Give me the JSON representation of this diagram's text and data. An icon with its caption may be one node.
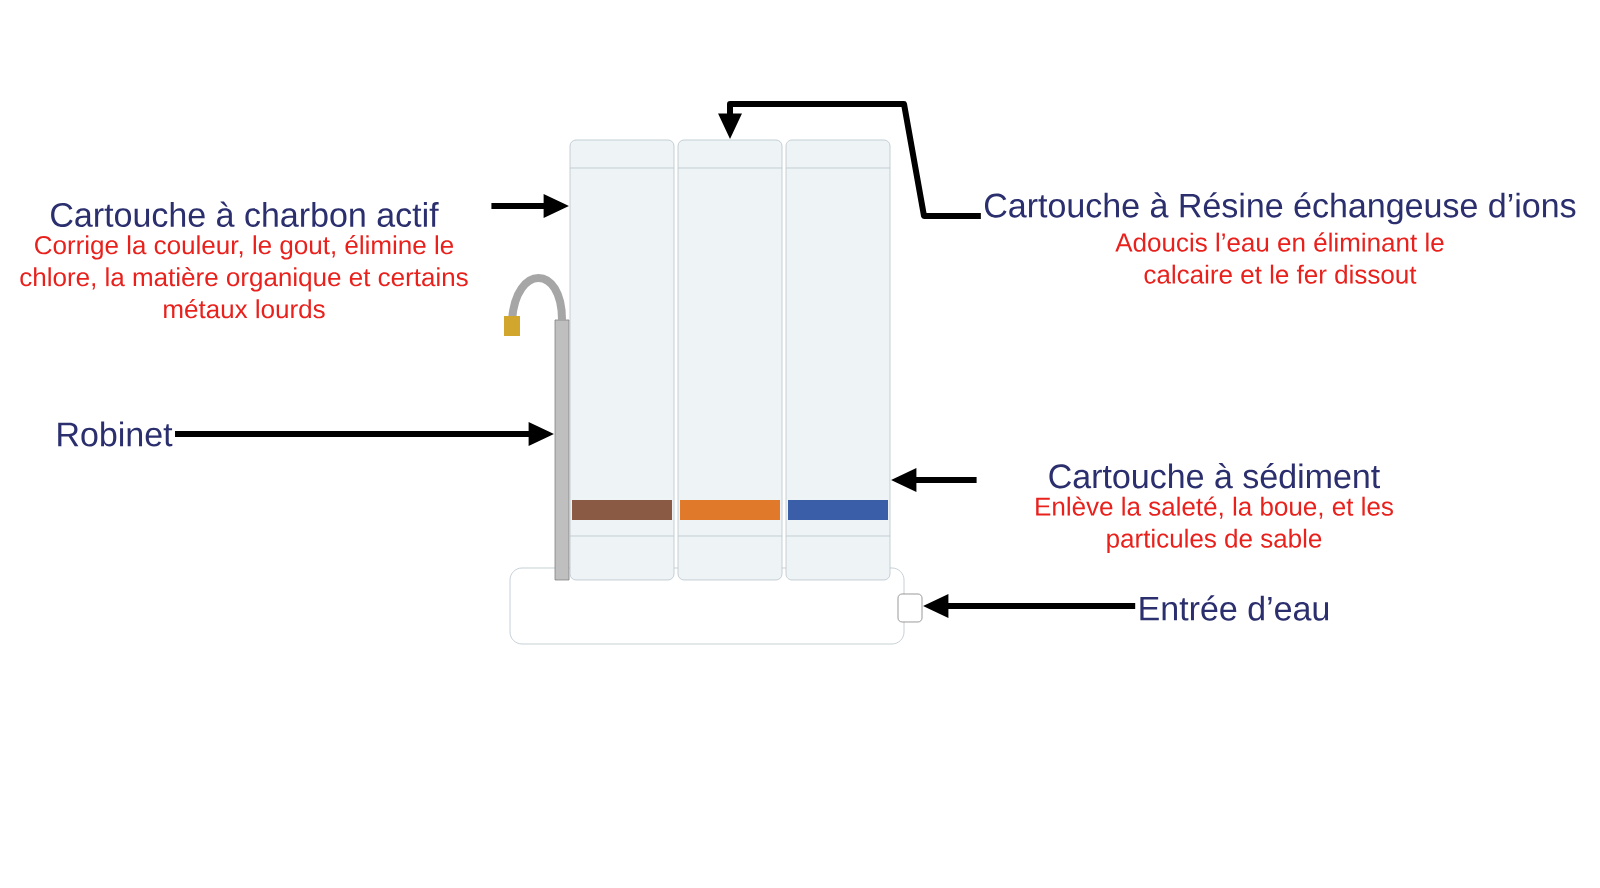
{
  "diagram": {
    "nodes": [
      {
        "text": [
          "Cartouche à charbon actif",
          "Corrige la couleur, le gout, élimine le chlore, la matière organique et certains métaux lourds"
        ]
      },
      {
        "text": [
          "Robinet"
        ]
      },
      {
        "text": [
          "Cartouche à Résine échangeuse d’ions",
          "Adoucis l’eau en éliminant le calcaire et le fer dissout"
        ]
      },
      {
        "text": [
          "Cartouche à sédiment",
          "Enlève la saleté, la boue, et les particules de sable"
        ]
      },
      {
        "text": [
          "Entrée d’eau"
        ]
      },
      {
        "text": [],
        "shape": "picture"
      },
      {
        "text": [],
        "shape": "picture"
      },
      {
        "text": [],
        "shape": "picture"
      },
      {
        "text": [],
        "shape": "picture"
      },
      {
        "text": [],
        "shape": "box"
      }
    ],
    "edges": [
      {
        "from": 0,
        "to": 6,
        "arrow": "to"
      },
      {
        "from": 1,
        "to": 5,
        "arrow": "to"
      },
      {
        "from": 2,
        "to": 7,
        "arrow": "to"
      },
      {
        "from": 3,
        "to": 8,
        "arrow": "to"
      },
      {
        "from": 4,
        "to": 9,
        "arrow": "to"
      }
    ]
  }
}
